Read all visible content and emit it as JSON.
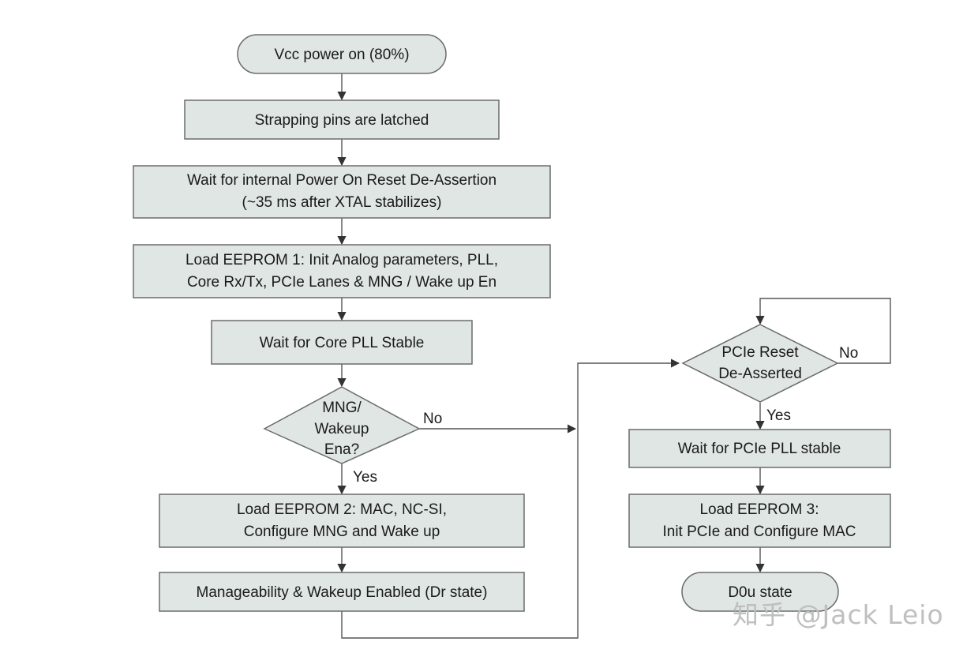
{
  "nodes": {
    "vcc": {
      "lines": [
        "Vcc power on (80%)"
      ]
    },
    "strap": {
      "lines": [
        "Strapping pins are latched"
      ]
    },
    "por": {
      "lines": [
        "Wait for internal Power On Reset De-Assertion",
        "(~35 ms after XTAL stabilizes)"
      ]
    },
    "ee1": {
      "lines": [
        "Load EEPROM 1: Init Analog parameters, PLL,",
        "Core Rx/Tx, PCIe Lanes & MNG / Wake up En"
      ]
    },
    "pll": {
      "lines": [
        "Wait for Core PLL Stable"
      ]
    },
    "mng": {
      "lines": [
        "MNG/",
        "Wakeup",
        "Ena?"
      ]
    },
    "ee2": {
      "lines": [
        "Load EEPROM 2: MAC, NC-SI,",
        "Configure MNG and Wake up"
      ]
    },
    "dr": {
      "lines": [
        "Manageability & Wakeup Enabled (Dr state)"
      ]
    },
    "pcie_rst": {
      "lines": [
        "PCIe Reset",
        "De-Asserted"
      ]
    },
    "pcie_pll": {
      "lines": [
        "Wait for PCIe PLL stable"
      ]
    },
    "ee3": {
      "lines": [
        "Load EEPROM 3:",
        "Init PCIe and Configure MAC"
      ]
    },
    "d0u": {
      "lines": [
        "D0u state"
      ]
    }
  },
  "edge_labels": {
    "mng_no": "No",
    "mng_yes": "Yes",
    "pcie_no": "No",
    "pcie_yes": "Yes"
  },
  "watermark": "知乎 @Jack Leio",
  "colors": {
    "fill": "#dfe6e4",
    "stroke": "#6b6b6b",
    "line": "#555555"
  }
}
